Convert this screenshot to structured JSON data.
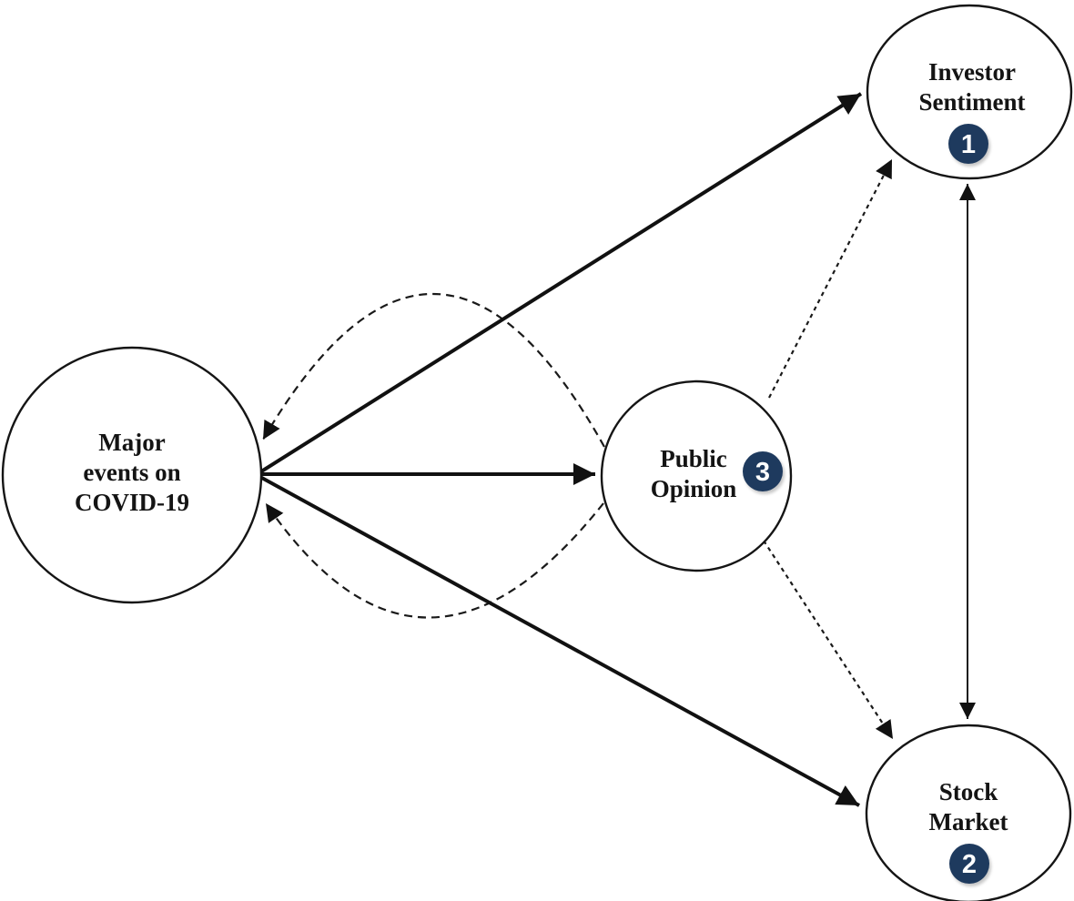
{
  "figure": {
    "type": "path-diagram",
    "background": "#ffffff",
    "colors": {
      "node_stroke": "#151515",
      "edge": "#111111",
      "label_text": "#141414",
      "badge_fill": "#1e3a5e",
      "badge_text": "#ffffff",
      "badge_shadow": "#8f8f8f"
    },
    "nodes": {
      "major_events": {
        "label": "Major events on COVID-19",
        "lines": [
          "Major",
          "events on",
          "COVID-19"
        ]
      },
      "investor_sentiment": {
        "label": "Investor Sentiment",
        "lines": [
          "Investor",
          "Sentiment"
        ],
        "badge": "1"
      },
      "stock_market": {
        "label": "Stock Market",
        "lines": [
          "Stock",
          "Market"
        ],
        "badge": "2"
      },
      "public_opinion": {
        "label": "Public Opinion",
        "lines": [
          "Public",
          "Opinion"
        ],
        "badge": "3"
      }
    },
    "edges": [
      {
        "from": "major_events",
        "to": "investor_sentiment",
        "style": "solid-thick",
        "arrow": "single"
      },
      {
        "from": "major_events",
        "to": "public_opinion",
        "style": "solid-thick",
        "arrow": "single"
      },
      {
        "from": "major_events",
        "to": "stock_market",
        "style": "solid-thick",
        "arrow": "single"
      },
      {
        "from": "public_opinion",
        "to": "major_events",
        "style": "dashed-curve-top",
        "arrow": "single"
      },
      {
        "from": "public_opinion",
        "to": "major_events",
        "style": "dashed-curve-bottom",
        "arrow": "single"
      },
      {
        "from": "public_opinion",
        "to": "investor_sentiment",
        "style": "dotted",
        "arrow": "single"
      },
      {
        "from": "public_opinion",
        "to": "stock_market",
        "style": "dotted",
        "arrow": "single"
      },
      {
        "from": "investor_sentiment",
        "to": "stock_market",
        "style": "solid-thin",
        "arrow": "double"
      }
    ]
  }
}
